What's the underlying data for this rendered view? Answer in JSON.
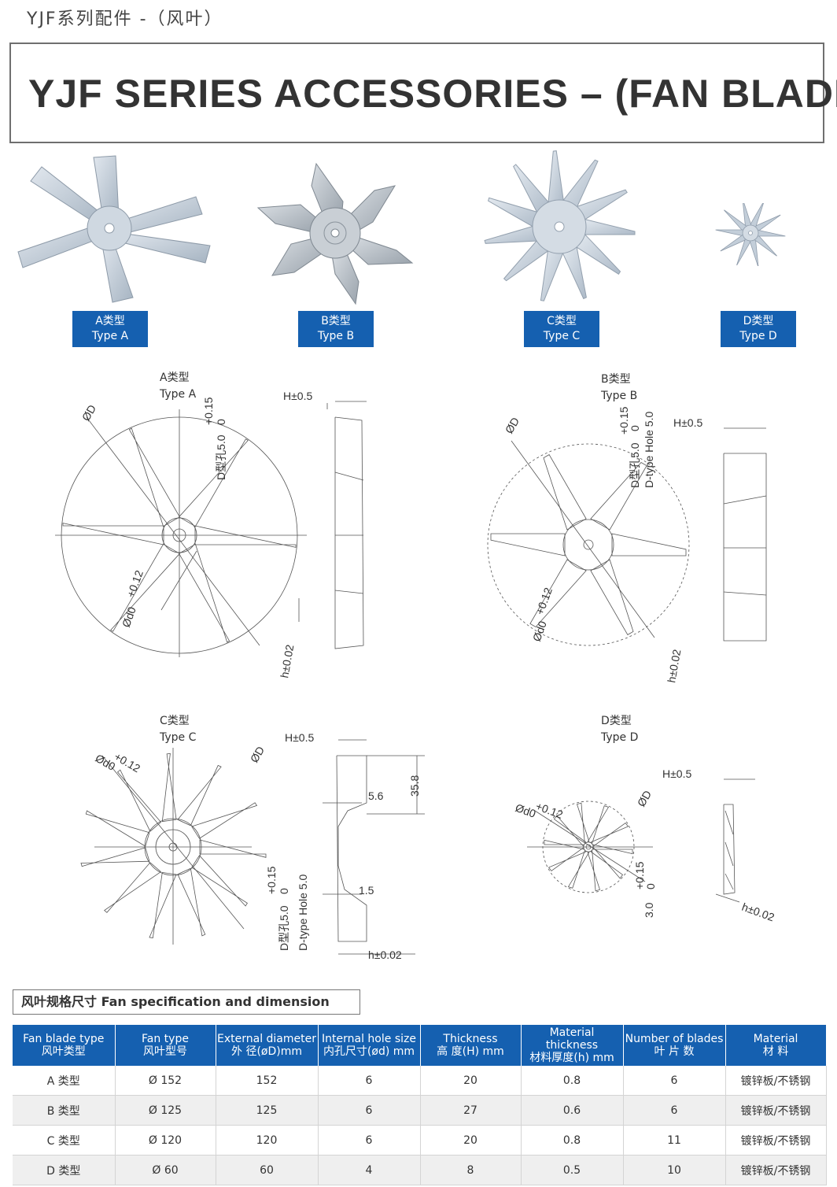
{
  "header": {
    "top_label": "YJF系列配件 -（风叶）",
    "title": "YJF SERIES ACCESSORIES – (FAN BLADE)"
  },
  "types": [
    {
      "cn": "A类型",
      "en": "Type A"
    },
    {
      "cn": "B类型",
      "en": "Type B"
    },
    {
      "cn": "C类型",
      "en": "Type C"
    },
    {
      "cn": "D类型",
      "en": "Type D"
    }
  ],
  "drawings": {
    "a": {
      "cn": "A类型",
      "en": "Type A",
      "dims": {
        "H": "H±0.5",
        "D": "ØD",
        "hole": "D型孔5.0",
        "tol": "+0.15",
        "zero": "0",
        "d": "Ød0",
        "dtol": "+0.12",
        "h": "h±0.02"
      }
    },
    "b": {
      "cn": "B类型",
      "en": "Type B",
      "dims": {
        "H": "H±0.5",
        "D": "ØD",
        "hole": "D型孔5.0",
        "hole_en": "D-type Hole 5.0",
        "tol": "+0.15",
        "zero": "0",
        "d": "Ød0",
        "dtol": "+0.12",
        "h": "h±0.02"
      }
    },
    "c": {
      "cn": "C类型",
      "en": "Type C",
      "dims": {
        "H": "H±0.5",
        "D": "ØD",
        "d": "Ød0",
        "dtol": "+0.12",
        "hole": "D型孔5.0",
        "hole_en": "D-type Hole 5.0",
        "tol": "+0.15",
        "zero": "0",
        "h358": "35.8",
        "w56": "5.6",
        "w15": "1.5",
        "h": "h±0.02"
      }
    },
    "d": {
      "cn": "D类型",
      "en": "Type D",
      "dims": {
        "H": "H±0.5",
        "D": "ØD",
        "d": "Ød0",
        "dtol": "+0.12",
        "v": "3.0",
        "tol": "+0.15",
        "zero": "0",
        "h": "h±0.02"
      }
    }
  },
  "spec": {
    "heading": "风叶规格尺寸  Fan specification and dimension",
    "columns": [
      {
        "en": "Fan blade type",
        "cn": "风叶类型"
      },
      {
        "en": "Fan type",
        "cn": "风叶型号"
      },
      {
        "en": "External diameter",
        "cn": "外 径(øD)mm"
      },
      {
        "en": "Internal hole size",
        "cn": "内孔尺寸(ød) mm"
      },
      {
        "en": "Thickness",
        "cn": "高 度(H) mm"
      },
      {
        "en": "Material thickness",
        "cn": "材料厚度(h) mm"
      },
      {
        "en": "Number of blades",
        "cn": "叶 片 数"
      },
      {
        "en": "Material",
        "cn": "材 料"
      }
    ],
    "rows": [
      [
        "A 类型",
        "Ø 152",
        "152",
        "6",
        "20",
        "0.8",
        "6",
        "镀锌板/不锈钢"
      ],
      [
        "B 类型",
        "Ø 125",
        "125",
        "6",
        "27",
        "0.6",
        "6",
        "镀锌板/不锈钢"
      ],
      [
        "C 类型",
        "Ø 120",
        "120",
        "6",
        "20",
        "0.8",
        "11",
        "镀锌板/不锈钢"
      ],
      [
        "D 类型",
        "Ø 60",
        "60",
        "4",
        "8",
        "0.5",
        "10",
        "镀锌板/不锈钢"
      ]
    ]
  },
  "colors": {
    "accent": "#1560b0",
    "metal": "#c4cfda"
  }
}
